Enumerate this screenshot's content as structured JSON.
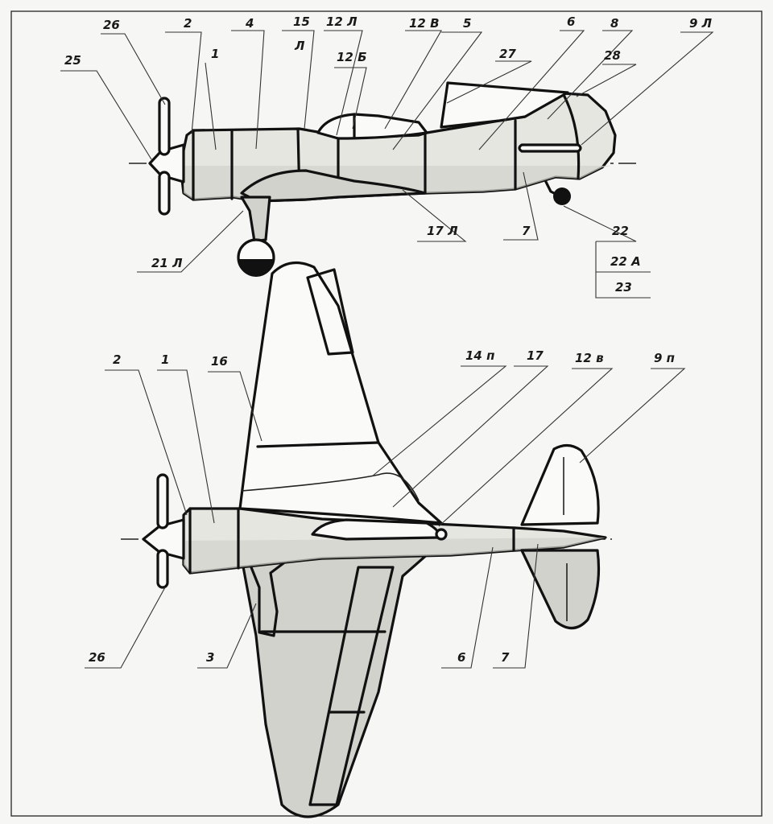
{
  "colors": {
    "paper": "#f6f6f4",
    "ink": "#111111",
    "shade": "#d2d2cc",
    "light_shade": "#e6e6e1"
  },
  "side_view": {
    "callouts": [
      {
        "id": "c26",
        "label": "26"
      },
      {
        "id": "c2",
        "label": "2"
      },
      {
        "id": "c4",
        "label": "4"
      },
      {
        "id": "c15",
        "label": "15"
      },
      {
        "id": "c15L",
        "label": "Л"
      },
      {
        "id": "c12L",
        "label": "12 Л"
      },
      {
        "id": "c12B_top",
        "label": "12 В"
      },
      {
        "id": "c5",
        "label": "5"
      },
      {
        "id": "c6",
        "label": "6"
      },
      {
        "id": "c8",
        "label": "8"
      },
      {
        "id": "c9L",
        "label": "9 Л"
      },
      {
        "id": "c25",
        "label": "25"
      },
      {
        "id": "c1",
        "label": "1"
      },
      {
        "id": "c12Bb",
        "label": "12 Б"
      },
      {
        "id": "c27",
        "label": "27"
      },
      {
        "id": "c28",
        "label": "28"
      },
      {
        "id": "c17L",
        "label": "17 Л"
      },
      {
        "id": "c7",
        "label": "7"
      },
      {
        "id": "c21L",
        "label": "21 Л"
      },
      {
        "id": "c22",
        "label": "22"
      },
      {
        "id": "c22A",
        "label": "22 А"
      },
      {
        "id": "c23",
        "label": "23"
      }
    ]
  },
  "top_view": {
    "callouts": [
      {
        "id": "t2",
        "label": "2"
      },
      {
        "id": "t1",
        "label": "1"
      },
      {
        "id": "t16",
        "label": "16"
      },
      {
        "id": "t14p",
        "label": "14 п"
      },
      {
        "id": "t17",
        "label": "17"
      },
      {
        "id": "t12v",
        "label": "12 в"
      },
      {
        "id": "t9p",
        "label": "9 п"
      },
      {
        "id": "t26",
        "label": "26"
      },
      {
        "id": "t3",
        "label": "3"
      },
      {
        "id": "t6",
        "label": "6"
      },
      {
        "id": "t7",
        "label": "7"
      }
    ]
  }
}
